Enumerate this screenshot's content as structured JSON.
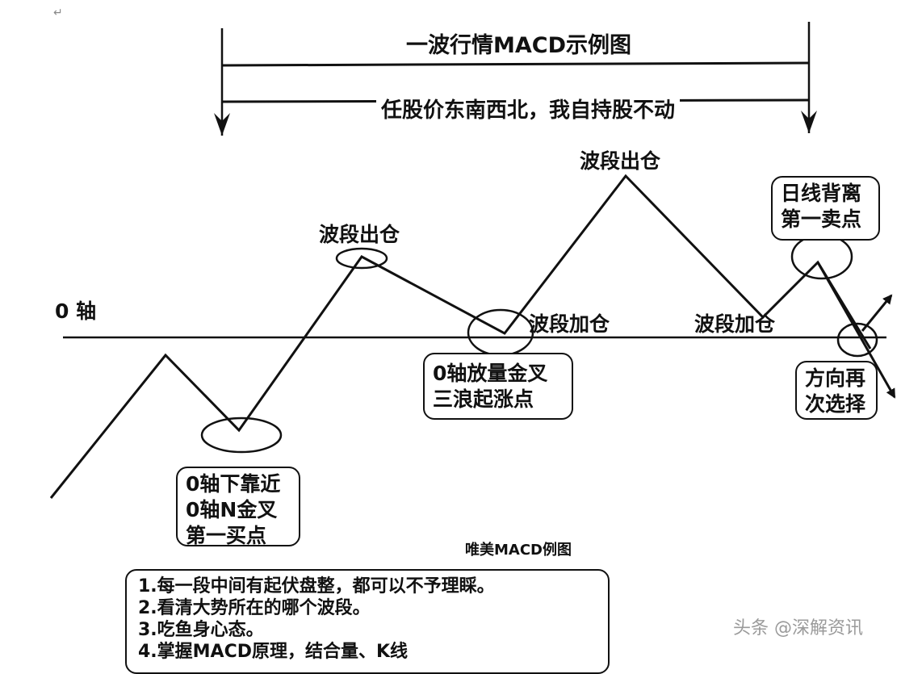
{
  "title": "一波行情MACD示例图",
  "subtitle": "任股价东南西北，我自持股不动",
  "zero_axis_label": "0 轴",
  "peak_labels": {
    "first_exit": "波段出仓",
    "second_exit": "波段出仓",
    "first_add": "波段加仓",
    "second_add": "波段加仓"
  },
  "boxes": {
    "first_buy": [
      "0轴下靠近",
      "0轴N金叉",
      "第一买点"
    ],
    "zero_cross": [
      "0轴放量金叉",
      "三浪起涨点"
    ],
    "daily_divergence": [
      "日线背离",
      "第一卖点"
    ],
    "direction": [
      "方向再",
      "次选择"
    ]
  },
  "caption": "唯美MACD例图",
  "notes": [
    "1.每一段中间有起伏盘整，都可以不予理睬。",
    "2.看清大势所在的哪个波段。",
    "3.吃鱼身心态。",
    "4.掌握MACD原理，结合量、K线"
  ],
  "watermark": "头条 @深解资讯",
  "return_mark": "↵",
  "colors": {
    "line": "#111111",
    "background": "#ffffff",
    "watermark": "#9a9a9a"
  }
}
